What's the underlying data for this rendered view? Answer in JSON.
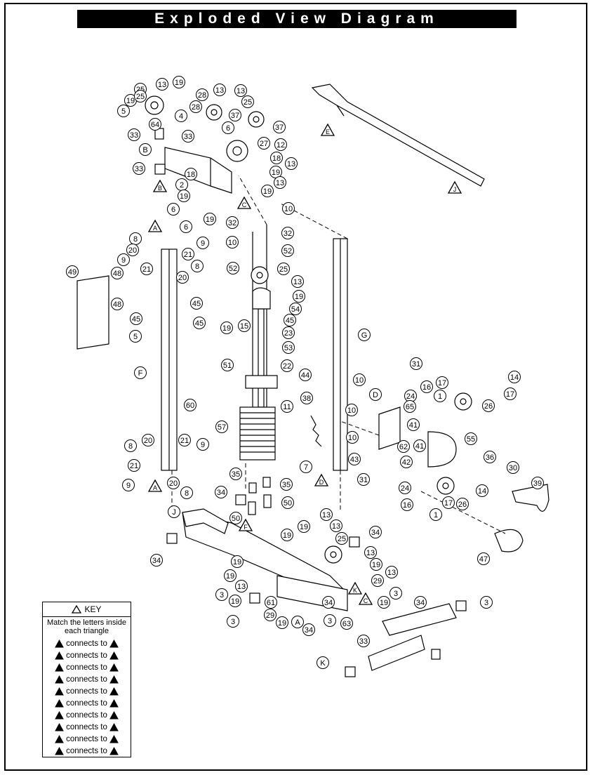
{
  "title": "Exploded View Diagram",
  "callouts": [
    {
      "n": "25"
    },
    {
      "n": "19"
    },
    {
      "n": "13"
    },
    {
      "n": "19"
    },
    {
      "n": "5"
    },
    {
      "n": "25"
    },
    {
      "n": "28"
    },
    {
      "n": "13"
    },
    {
      "n": "13"
    },
    {
      "n": "4"
    },
    {
      "n": "28"
    },
    {
      "n": "25"
    },
    {
      "n": "37"
    },
    {
      "n": "6"
    },
    {
      "n": "37"
    },
    {
      "n": "64"
    },
    {
      "n": "33"
    },
    {
      "n": "33"
    },
    {
      "n": "27"
    },
    {
      "n": "12"
    },
    {
      "n": "B"
    },
    {
      "n": "18"
    },
    {
      "n": "13"
    },
    {
      "n": "33"
    },
    {
      "n": "18"
    },
    {
      "n": "19"
    },
    {
      "n": "2"
    },
    {
      "n": "13"
    },
    {
      "n": "19"
    },
    {
      "n": "19"
    },
    {
      "n": "6"
    },
    {
      "n": "19"
    },
    {
      "n": "6"
    },
    {
      "n": "10"
    },
    {
      "n": "32"
    },
    {
      "n": "32"
    },
    {
      "n": "10"
    },
    {
      "n": "8"
    },
    {
      "n": "9"
    },
    {
      "n": "20"
    },
    {
      "n": "21"
    },
    {
      "n": "52"
    },
    {
      "n": "9"
    },
    {
      "n": "21"
    },
    {
      "n": "8"
    },
    {
      "n": "52"
    },
    {
      "n": "25"
    },
    {
      "n": "49"
    },
    {
      "n": "48"
    },
    {
      "n": "20"
    },
    {
      "n": "13"
    },
    {
      "n": "19"
    },
    {
      "n": "48"
    },
    {
      "n": "45"
    },
    {
      "n": "54"
    },
    {
      "n": "45"
    },
    {
      "n": "45"
    },
    {
      "n": "5"
    },
    {
      "n": "19"
    },
    {
      "n": "15"
    },
    {
      "n": "45"
    },
    {
      "n": "23"
    },
    {
      "n": "53"
    },
    {
      "n": "G"
    },
    {
      "n": "F"
    },
    {
      "n": "51"
    },
    {
      "n": "22"
    },
    {
      "n": "44"
    },
    {
      "n": "31"
    },
    {
      "n": "14"
    },
    {
      "n": "10"
    },
    {
      "n": "17"
    },
    {
      "n": "60"
    },
    {
      "n": "11"
    },
    {
      "n": "16"
    },
    {
      "n": "24"
    },
    {
      "n": "38"
    },
    {
      "n": "D"
    },
    {
      "n": "1"
    },
    {
      "n": "17"
    },
    {
      "n": "10"
    },
    {
      "n": "65"
    },
    {
      "n": "26"
    },
    {
      "n": "57"
    },
    {
      "n": "41"
    },
    {
      "n": "10"
    },
    {
      "n": "55"
    },
    {
      "n": "8"
    },
    {
      "n": "20"
    },
    {
      "n": "21"
    },
    {
      "n": "9"
    },
    {
      "n": "62"
    },
    {
      "n": "41"
    },
    {
      "n": "43"
    },
    {
      "n": "42"
    },
    {
      "n": "36"
    },
    {
      "n": "7"
    },
    {
      "n": "21"
    },
    {
      "n": "30"
    },
    {
      "n": "31"
    },
    {
      "n": "9"
    },
    {
      "n": "20"
    },
    {
      "n": "8"
    },
    {
      "n": "35"
    },
    {
      "n": "35"
    },
    {
      "n": "24"
    },
    {
      "n": "17"
    },
    {
      "n": "14"
    },
    {
      "n": "39"
    },
    {
      "n": "34"
    },
    {
      "n": "50"
    },
    {
      "n": "16"
    },
    {
      "n": "26"
    },
    {
      "n": "50"
    },
    {
      "n": "1"
    },
    {
      "n": "J"
    },
    {
      "n": "13"
    },
    {
      "n": "19"
    },
    {
      "n": "13"
    },
    {
      "n": "34"
    },
    {
      "n": "25"
    },
    {
      "n": "19"
    },
    {
      "n": "34"
    },
    {
      "n": "13"
    },
    {
      "n": "47"
    },
    {
      "n": "19"
    },
    {
      "n": "19"
    },
    {
      "n": "13"
    },
    {
      "n": "19"
    },
    {
      "n": "29"
    },
    {
      "n": "13"
    },
    {
      "n": "3"
    },
    {
      "n": "3"
    },
    {
      "n": "19"
    },
    {
      "n": "19"
    },
    {
      "n": "61"
    },
    {
      "n": "34"
    },
    {
      "n": "34"
    },
    {
      "n": "3"
    },
    {
      "n": "3"
    },
    {
      "n": "29"
    },
    {
      "n": "19"
    },
    {
      "n": "A"
    },
    {
      "n": "3"
    },
    {
      "n": "63"
    },
    {
      "n": "34"
    },
    {
      "n": "33"
    },
    {
      "n": "K"
    }
  ],
  "triangle_markers": [
    "E",
    "B",
    "A",
    "A",
    "C",
    "F",
    "D",
    "C",
    "J",
    "K"
  ],
  "key": {
    "title": "KEY",
    "note": "Match the letters inside each triangle",
    "rows": [
      {
        "text": "connects to"
      },
      {
        "text": "connects to"
      },
      {
        "text": "connects to"
      },
      {
        "text": "connects to"
      },
      {
        "text": "connects to"
      },
      {
        "text": "connects to"
      },
      {
        "text": "connects to"
      },
      {
        "text": "connects to"
      },
      {
        "text": "connects to"
      },
      {
        "text": "connects to"
      }
    ]
  }
}
